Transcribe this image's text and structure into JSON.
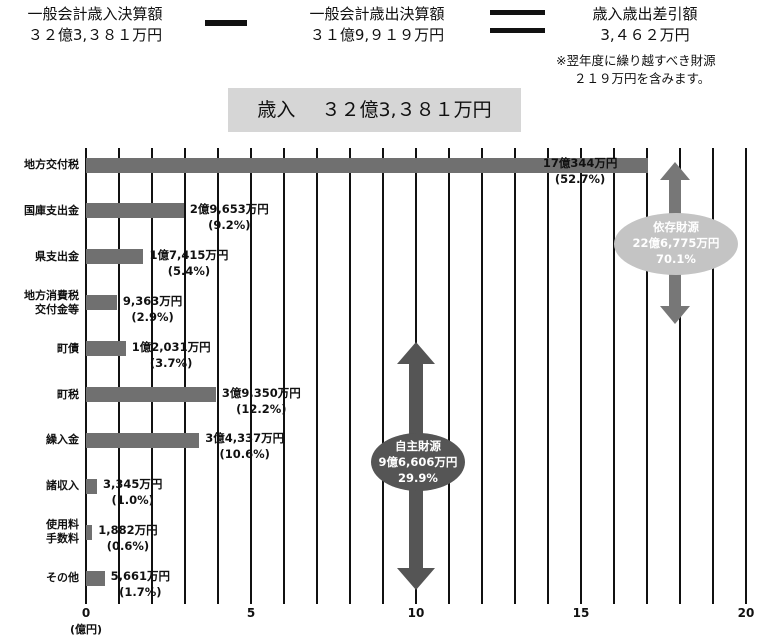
{
  "header": {
    "revenue_title": "一般会計歳入決算額",
    "revenue_value": "３２億3,３８１万円",
    "minus": "minus",
    "expense_title": "一般会計歳出決算額",
    "expense_value": "３１億9,９１９万円",
    "equals": "equals",
    "diff_title": "歳入歳出差引額",
    "diff_value": "3,４６２万円",
    "note_line1": "※翌年度に繰り越すべき財源",
    "note_line2": "２１９万円を含みます。"
  },
  "banner": {
    "label": "歳入",
    "value": "３２億3,３８１万円"
  },
  "colors": {
    "bar": "#707070",
    "dependent": "#c4c4c4",
    "independent": "#555555",
    "arrow": "#777777",
    "banner": "#d6d6d6"
  },
  "chart_data": {
    "type": "bar",
    "orientation": "horizontal",
    "xlabel": "(億円)",
    "xlim": [
      0,
      20
    ],
    "xticks": [
      "0",
      "5",
      "10",
      "15",
      "20"
    ],
    "grid": true,
    "categories": [
      "地方交付税",
      "国庫支出金",
      "県支出金",
      "地方消費税\n交付金等",
      "町債",
      "町税",
      "繰入金",
      "諸収入",
      "使用料\n手数料",
      "その他"
    ],
    "values": [
      17.0344,
      2.9653,
      1.7415,
      0.9363,
      1.2031,
      3.935,
      3.4337,
      0.3345,
      0.1882,
      0.5661
    ],
    "labels": [
      "17億344万円",
      "2億9,653万円",
      "1億7,415万円",
      "9,363万円",
      "1億2,031万円",
      "3億9,350万円",
      "3億4,337万円",
      "3,345万円",
      "1,882万円",
      "5,661万円"
    ],
    "percents": [
      "(52.7%)",
      "(9.2%)",
      "(5.4%)",
      "(2.9%)",
      "(3.7%)",
      "(12.2%)",
      "(10.6%)",
      "(1.0%)",
      "(0.6%)",
      "(1.7%)"
    ],
    "annotations": [
      {
        "name": "依存財源",
        "value": "22億6,775万円",
        "percent": "70.1%"
      },
      {
        "name": "自主財源",
        "value": "9億6,606万円",
        "percent": "29.9%"
      }
    ]
  }
}
